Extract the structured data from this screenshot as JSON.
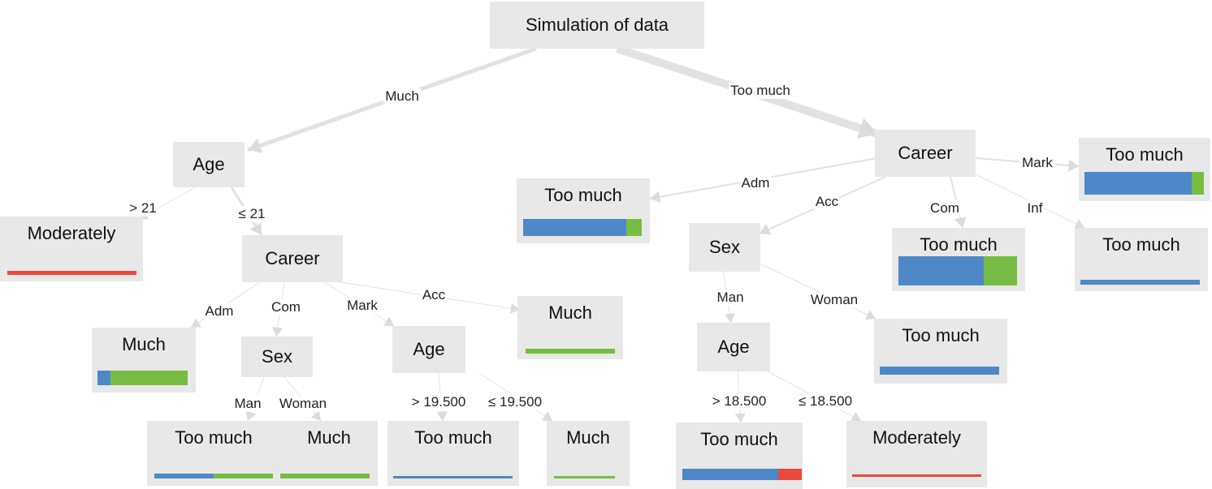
{
  "colors": {
    "blue": "#4f88c6",
    "green": "#77bd43",
    "red": "#e84a3d",
    "node_bg": "#e8e8e8",
    "edge": "#e2e2e2"
  },
  "nodes": [
    {
      "label": "Simulation of data",
      "type": "internal"
    },
    {
      "label": "Age",
      "type": "internal"
    },
    {
      "label": "Moderately",
      "type": "leaf",
      "bar": [
        {
          "color": "red",
          "fraction": 1.0
        }
      ]
    },
    {
      "label": "Career",
      "type": "internal"
    },
    {
      "label": "Much",
      "type": "leaf",
      "bar": [
        {
          "color": "blue",
          "fraction": 0.14
        },
        {
          "color": "green",
          "fraction": 0.86
        }
      ]
    },
    {
      "label": "Sex",
      "type": "internal"
    },
    {
      "label": "Age",
      "type": "internal"
    },
    {
      "label": "Much",
      "type": "leaf",
      "bar": [
        {
          "color": "green",
          "fraction": 1.0
        }
      ]
    },
    {
      "label": "Too much",
      "type": "leaf",
      "bar": [
        {
          "color": "blue",
          "fraction": 0.5
        },
        {
          "color": "green",
          "fraction": 0.5
        }
      ]
    },
    {
      "label": "Much",
      "type": "leaf",
      "bar": [
        {
          "color": "green",
          "fraction": 1.0
        }
      ]
    },
    {
      "label": "Too much",
      "type": "leaf",
      "bar": [
        {
          "color": "blue",
          "fraction": 1.0
        }
      ]
    },
    {
      "label": "Much",
      "type": "leaf",
      "bar": [
        {
          "color": "green",
          "fraction": 1.0
        }
      ]
    },
    {
      "label": "Career",
      "type": "internal"
    },
    {
      "label": "Too much",
      "type": "leaf",
      "bar": [
        {
          "color": "blue",
          "fraction": 0.87
        },
        {
          "color": "green",
          "fraction": 0.13
        }
      ]
    },
    {
      "label": "Too much",
      "type": "leaf",
      "bar": [
        {
          "color": "blue",
          "fraction": 0.9
        },
        {
          "color": "green",
          "fraction": 0.1
        }
      ]
    },
    {
      "label": "Sex",
      "type": "internal"
    },
    {
      "label": "Too much",
      "type": "leaf",
      "bar": [
        {
          "color": "blue",
          "fraction": 0.72
        },
        {
          "color": "green",
          "fraction": 0.28
        }
      ]
    },
    {
      "label": "Too much",
      "type": "leaf",
      "bar": [
        {
          "color": "blue",
          "fraction": 1.0
        }
      ]
    },
    {
      "label": "Age",
      "type": "internal"
    },
    {
      "label": "Too much",
      "type": "leaf",
      "bar": [
        {
          "color": "blue",
          "fraction": 1.0
        }
      ]
    },
    {
      "label": "Too much",
      "type": "leaf",
      "bar": [
        {
          "color": "blue",
          "fraction": 0.8
        },
        {
          "color": "red",
          "fraction": 0.2
        }
      ]
    },
    {
      "label": "Moderately",
      "type": "leaf",
      "bar": [
        {
          "color": "red",
          "fraction": 1.0
        }
      ]
    }
  ],
  "edges": [
    {
      "from": 0,
      "to": 1,
      "label": "Much"
    },
    {
      "from": 0,
      "to": 12,
      "label": "Too much"
    },
    {
      "from": 1,
      "to": 2,
      "label": "> 21"
    },
    {
      "from": 1,
      "to": 3,
      "label": "≤ 21"
    },
    {
      "from": 3,
      "to": 4,
      "label": "Adm"
    },
    {
      "from": 3,
      "to": 5,
      "label": "Com"
    },
    {
      "from": 3,
      "to": 6,
      "label": "Mark"
    },
    {
      "from": 3,
      "to": 7,
      "label": "Acc"
    },
    {
      "from": 5,
      "to": 8,
      "label": "Man"
    },
    {
      "from": 5,
      "to": 9,
      "label": "Woman"
    },
    {
      "from": 6,
      "to": 10,
      "label": "> 19.500"
    },
    {
      "from": 6,
      "to": 11,
      "label": "≤ 19.500"
    },
    {
      "from": 12,
      "to": 13,
      "label": "Adm"
    },
    {
      "from": 12,
      "to": 14,
      "label": "Mark"
    },
    {
      "from": 12,
      "to": 15,
      "label": "Acc"
    },
    {
      "from": 12,
      "to": 16,
      "label": "Com"
    },
    {
      "from": 12,
      "to": 17,
      "label": "Inf"
    },
    {
      "from": 15,
      "to": 18,
      "label": "Man"
    },
    {
      "from": 15,
      "to": 19,
      "label": "Woman"
    },
    {
      "from": 18,
      "to": 20,
      "label": "> 18.500"
    },
    {
      "from": 18,
      "to": 21,
      "label": "≤ 18.500"
    }
  ]
}
